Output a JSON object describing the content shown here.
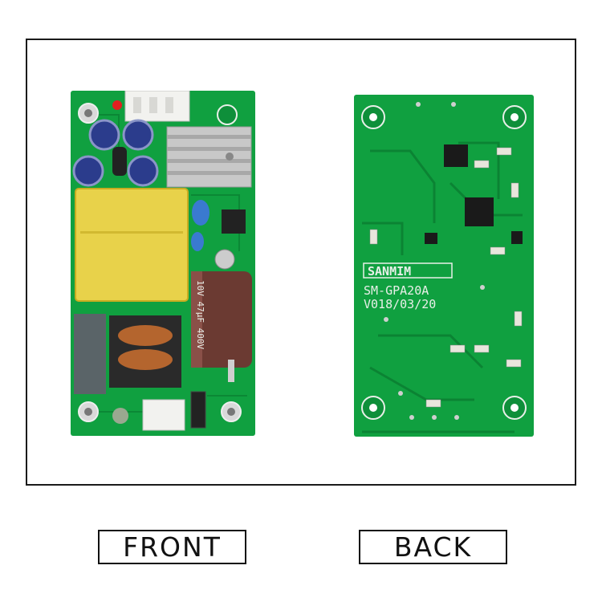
{
  "labels": {
    "front": "FRONT",
    "back": "BACK"
  },
  "front_board": {
    "capacitor_marking": "10V 47μF 400V"
  },
  "back_board": {
    "brand": "SANMIM",
    "model": "SM-GPA20A",
    "version": "V018/03/20"
  },
  "colors": {
    "pcb_green": "#10a040",
    "transformer_yellow": "#e8d24a",
    "capacitor_brown": "#6b3a32",
    "heatsink_silver": "#c8c8c8",
    "frame_border": "#1a1a1a"
  }
}
